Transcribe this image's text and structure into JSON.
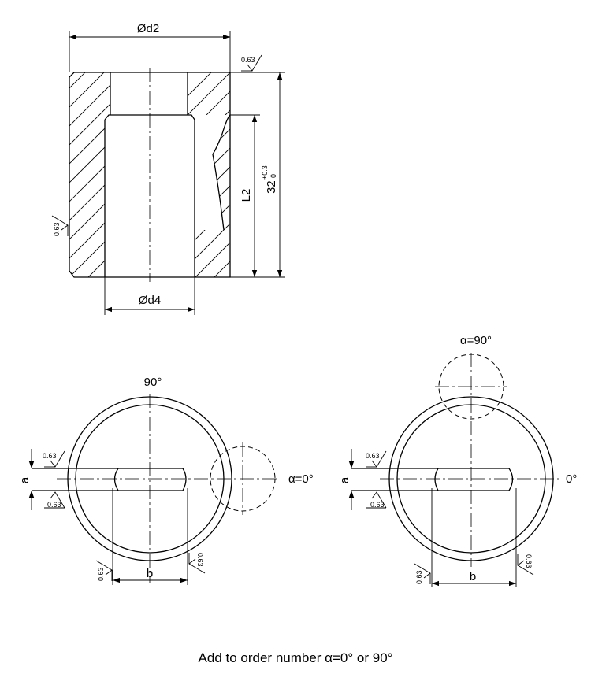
{
  "top_view": {
    "dim_top": "Ød2",
    "dim_bottom": "Ød4",
    "dim_L2": "L2",
    "dim_height_value": "32",
    "dim_height_tol_upper": "+0.3",
    "dim_height_tol_lower": "0",
    "roughness_top": "0.63",
    "roughness_left": "0.63"
  },
  "left_view": {
    "angle_top": "90°",
    "angle_right": "α=0°",
    "dim_a": "a",
    "dim_b": "b",
    "roughness_a_top": "0.63",
    "roughness_a_bottom": "0.63",
    "roughness_b_left": "0.63",
    "roughness_b_right": "0.63"
  },
  "right_view": {
    "angle_top": "α=90°",
    "angle_right": "0°",
    "dim_a": "a",
    "dim_b": "b",
    "roughness_a_top": "0.63",
    "roughness_a_bottom": "0.63",
    "roughness_b_left": "0.63",
    "roughness_b_right": "0.63"
  },
  "caption": "Add to order number α=0° or 90°"
}
